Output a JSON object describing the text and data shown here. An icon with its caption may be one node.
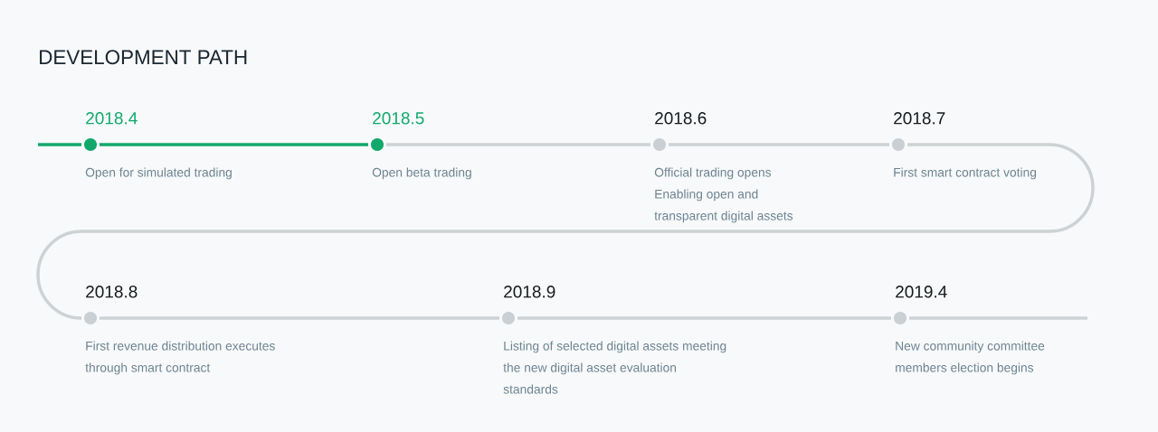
{
  "diagram": {
    "title": "DEVELOPMENT PATH",
    "nodes": [
      {
        "text": [],
        "shape": "circle",
        "beside": [
          "2018.4",
          "Open for simulated trading"
        ]
      },
      {
        "text": [],
        "shape": "circle",
        "beside": [
          "2018.5",
          "Open beta trading"
        ]
      },
      {
        "text": [],
        "shape": "circle",
        "beside": [
          "2018.6",
          "Official trading opens Enabling open and transparent digital assets"
        ]
      },
      {
        "text": [],
        "shape": "circle",
        "beside": [
          "2018.7",
          "First smart contract voting"
        ]
      },
      {
        "text": [],
        "shape": "circle",
        "beside": [
          "2018.8",
          "First revenue distribution executes through smart contract"
        ]
      },
      {
        "text": [],
        "shape": "circle",
        "beside": [
          "2018.9",
          "Listing of selected digital assets meeting the new digital asset evaluation standards"
        ]
      },
      {
        "text": [],
        "shape": "circle",
        "beside": [
          "2019.4",
          "New community committee members election begins"
        ]
      }
    ],
    "edges": [
      {
        "from": null,
        "to": 0,
        "arrow": "none",
        "color": "#12a86c"
      },
      {
        "from": 0,
        "to": 1,
        "arrow": "none",
        "color": "#12a86c"
      },
      {
        "from": 1,
        "to": 2,
        "arrow": "none"
      },
      {
        "from": 2,
        "to": 3,
        "arrow": "none"
      },
      {
        "from": 3,
        "to": 4,
        "arrow": "none"
      },
      {
        "from": 4,
        "to": 5,
        "arrow": "none"
      },
      {
        "from": 5,
        "to": 6,
        "arrow": "none"
      },
      {
        "from": 6,
        "to": null,
        "arrow": "none"
      }
    ]
  }
}
